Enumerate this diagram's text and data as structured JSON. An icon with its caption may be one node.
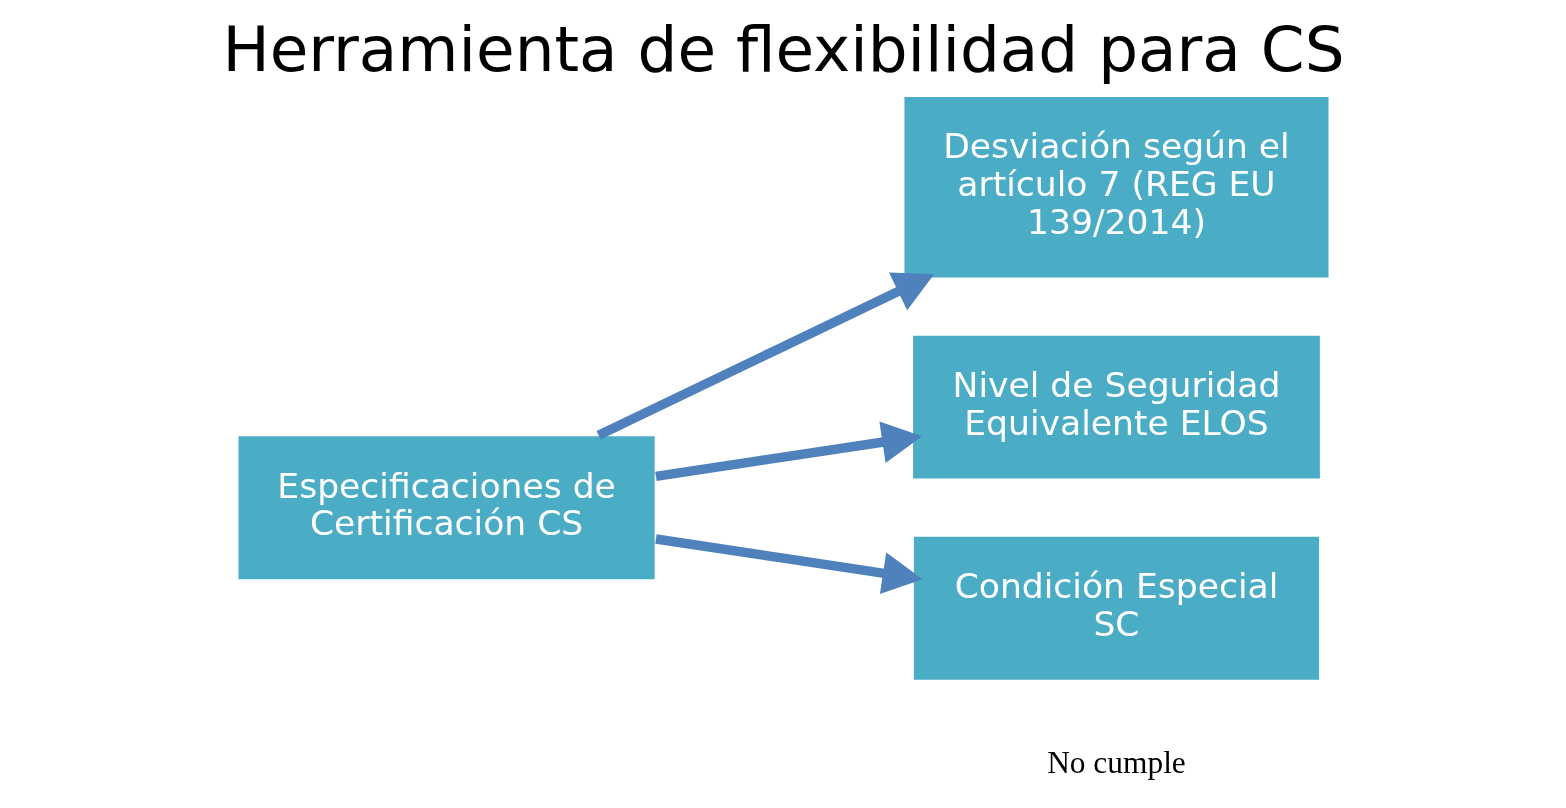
{
  "diagram": {
    "title": "Herramienta de flexibilidad para CS",
    "nodes": [
      {
        "text": [
          "Especificaciones de Certificación CS"
        ]
      },
      {
        "text": [
          "Desviación según el artículo 7 (REG EU 139/2014)"
        ]
      },
      {
        "text": [
          "Nivel de Seguridad Equivalente ELOS"
        ]
      },
      {
        "text": [
          "Condición Especial SC"
        ]
      }
    ],
    "edges": [
      {
        "from": 0,
        "to": 1,
        "arrow": "to"
      },
      {
        "from": 0,
        "to": 2,
        "arrow": "to"
      },
      {
        "from": 0,
        "to": 3,
        "arrow": "to"
      }
    ],
    "labels": [
      "No cumple"
    ]
  }
}
